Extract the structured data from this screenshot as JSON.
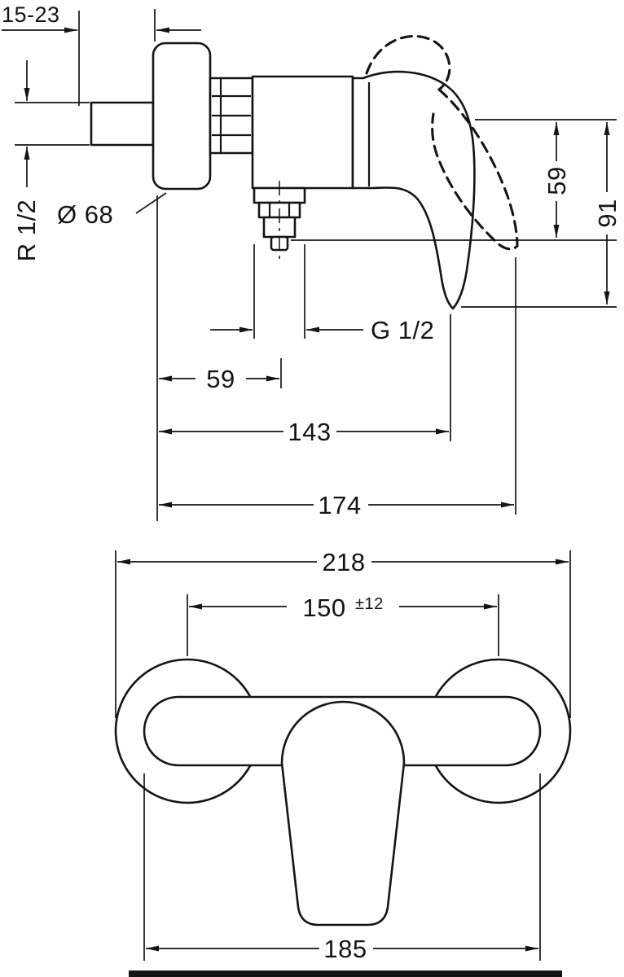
{
  "style": {
    "ink": "#141414",
    "background": "#ffffff"
  },
  "side_view": {
    "wall_distance": "15-23",
    "inlet_thread": "R 1/2",
    "escutcheon_diameter": "Ø 68",
    "handle_height": "59",
    "overall_height": "91",
    "outlet_thread": "G 1/2",
    "outlet_offset": "59",
    "projection_handle": "143",
    "projection_overall": "174"
  },
  "front_view": {
    "overall_width": "218",
    "connection_distance": "150",
    "connection_tolerance": "±12",
    "body_width": "185"
  }
}
